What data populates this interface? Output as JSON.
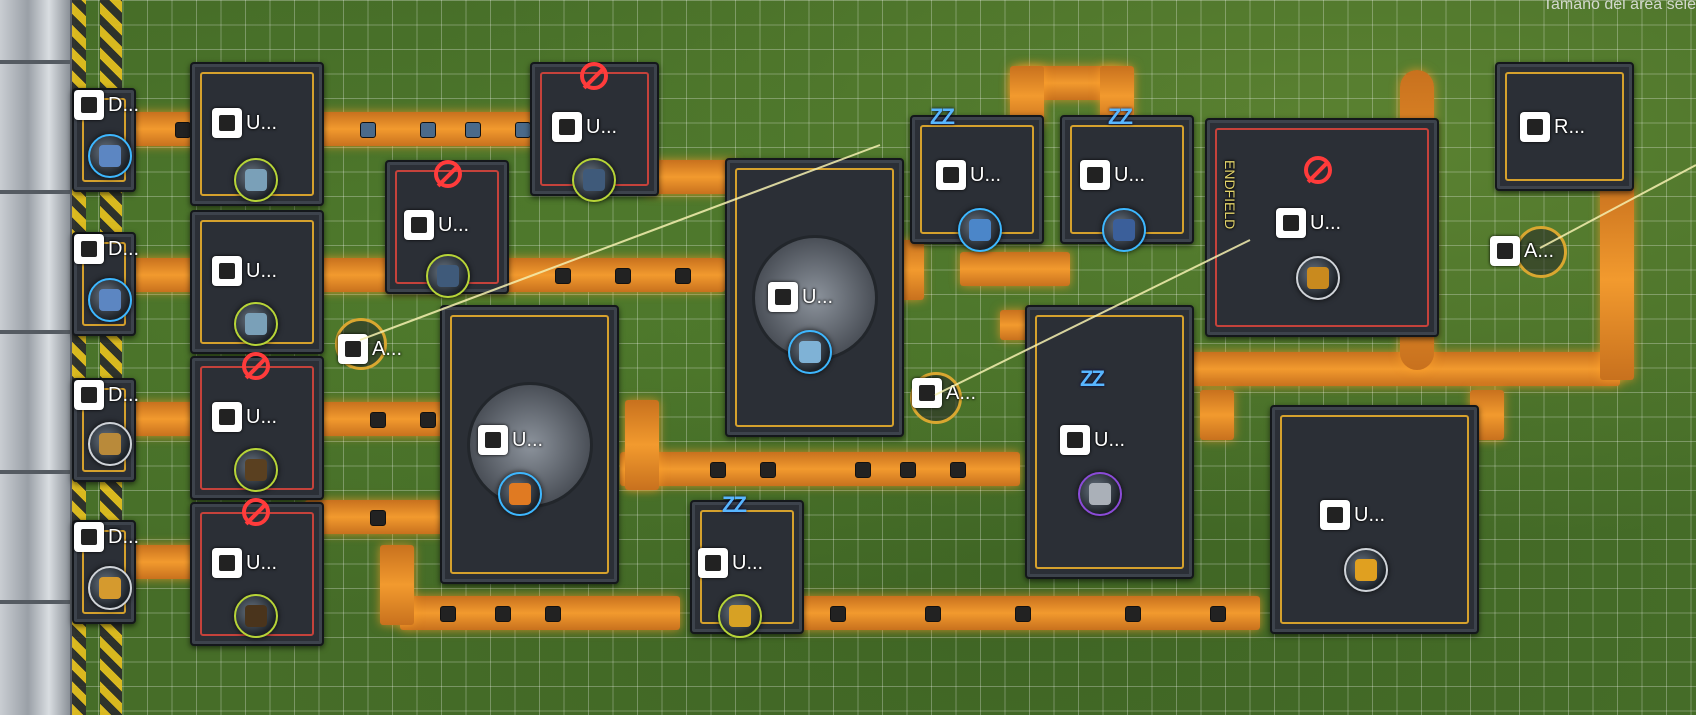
{
  "screen": {
    "top_hint": "Tamaño del área sele"
  },
  "depots": [
    {
      "label": "D..."
    },
    {
      "label": "D..."
    },
    {
      "label": "D..."
    },
    {
      "label": "D..."
    }
  ],
  "machines": [
    {
      "label": "U...",
      "state": "running"
    },
    {
      "label": "U...",
      "state": "running"
    },
    {
      "label": "U...",
      "state": "disabled"
    },
    {
      "label": "U...",
      "state": "disabled"
    },
    {
      "label": "U...",
      "state": "disabled"
    },
    {
      "label": "U...",
      "state": "disabled"
    },
    {
      "label": "U...",
      "state": "running"
    },
    {
      "label": "U...",
      "state": "running"
    },
    {
      "label": "U...",
      "state": "idle"
    },
    {
      "label": "U...",
      "state": "idle"
    },
    {
      "label": "U...",
      "state": "idle"
    },
    {
      "label": "U...",
      "state": "disabled"
    },
    {
      "label": "U...",
      "state": "idle"
    },
    {
      "label": "U...",
      "state": "running"
    }
  ],
  "relays": [
    {
      "label": "A..."
    },
    {
      "label": "A..."
    },
    {
      "label": "A..."
    }
  ],
  "storage": {
    "label": "R..."
  },
  "building_sign": "ENDFIELD",
  "colors": {
    "belt": "#f29a2e",
    "frame_running": "#f3b52b",
    "frame_disabled": "#e0453c",
    "idle_zzz": "#58b6ff",
    "resource_ring_green": "#b7d437",
    "resource_ring_blue": "#3db7ff",
    "resource_ring_purple": "#8b4bd8"
  }
}
